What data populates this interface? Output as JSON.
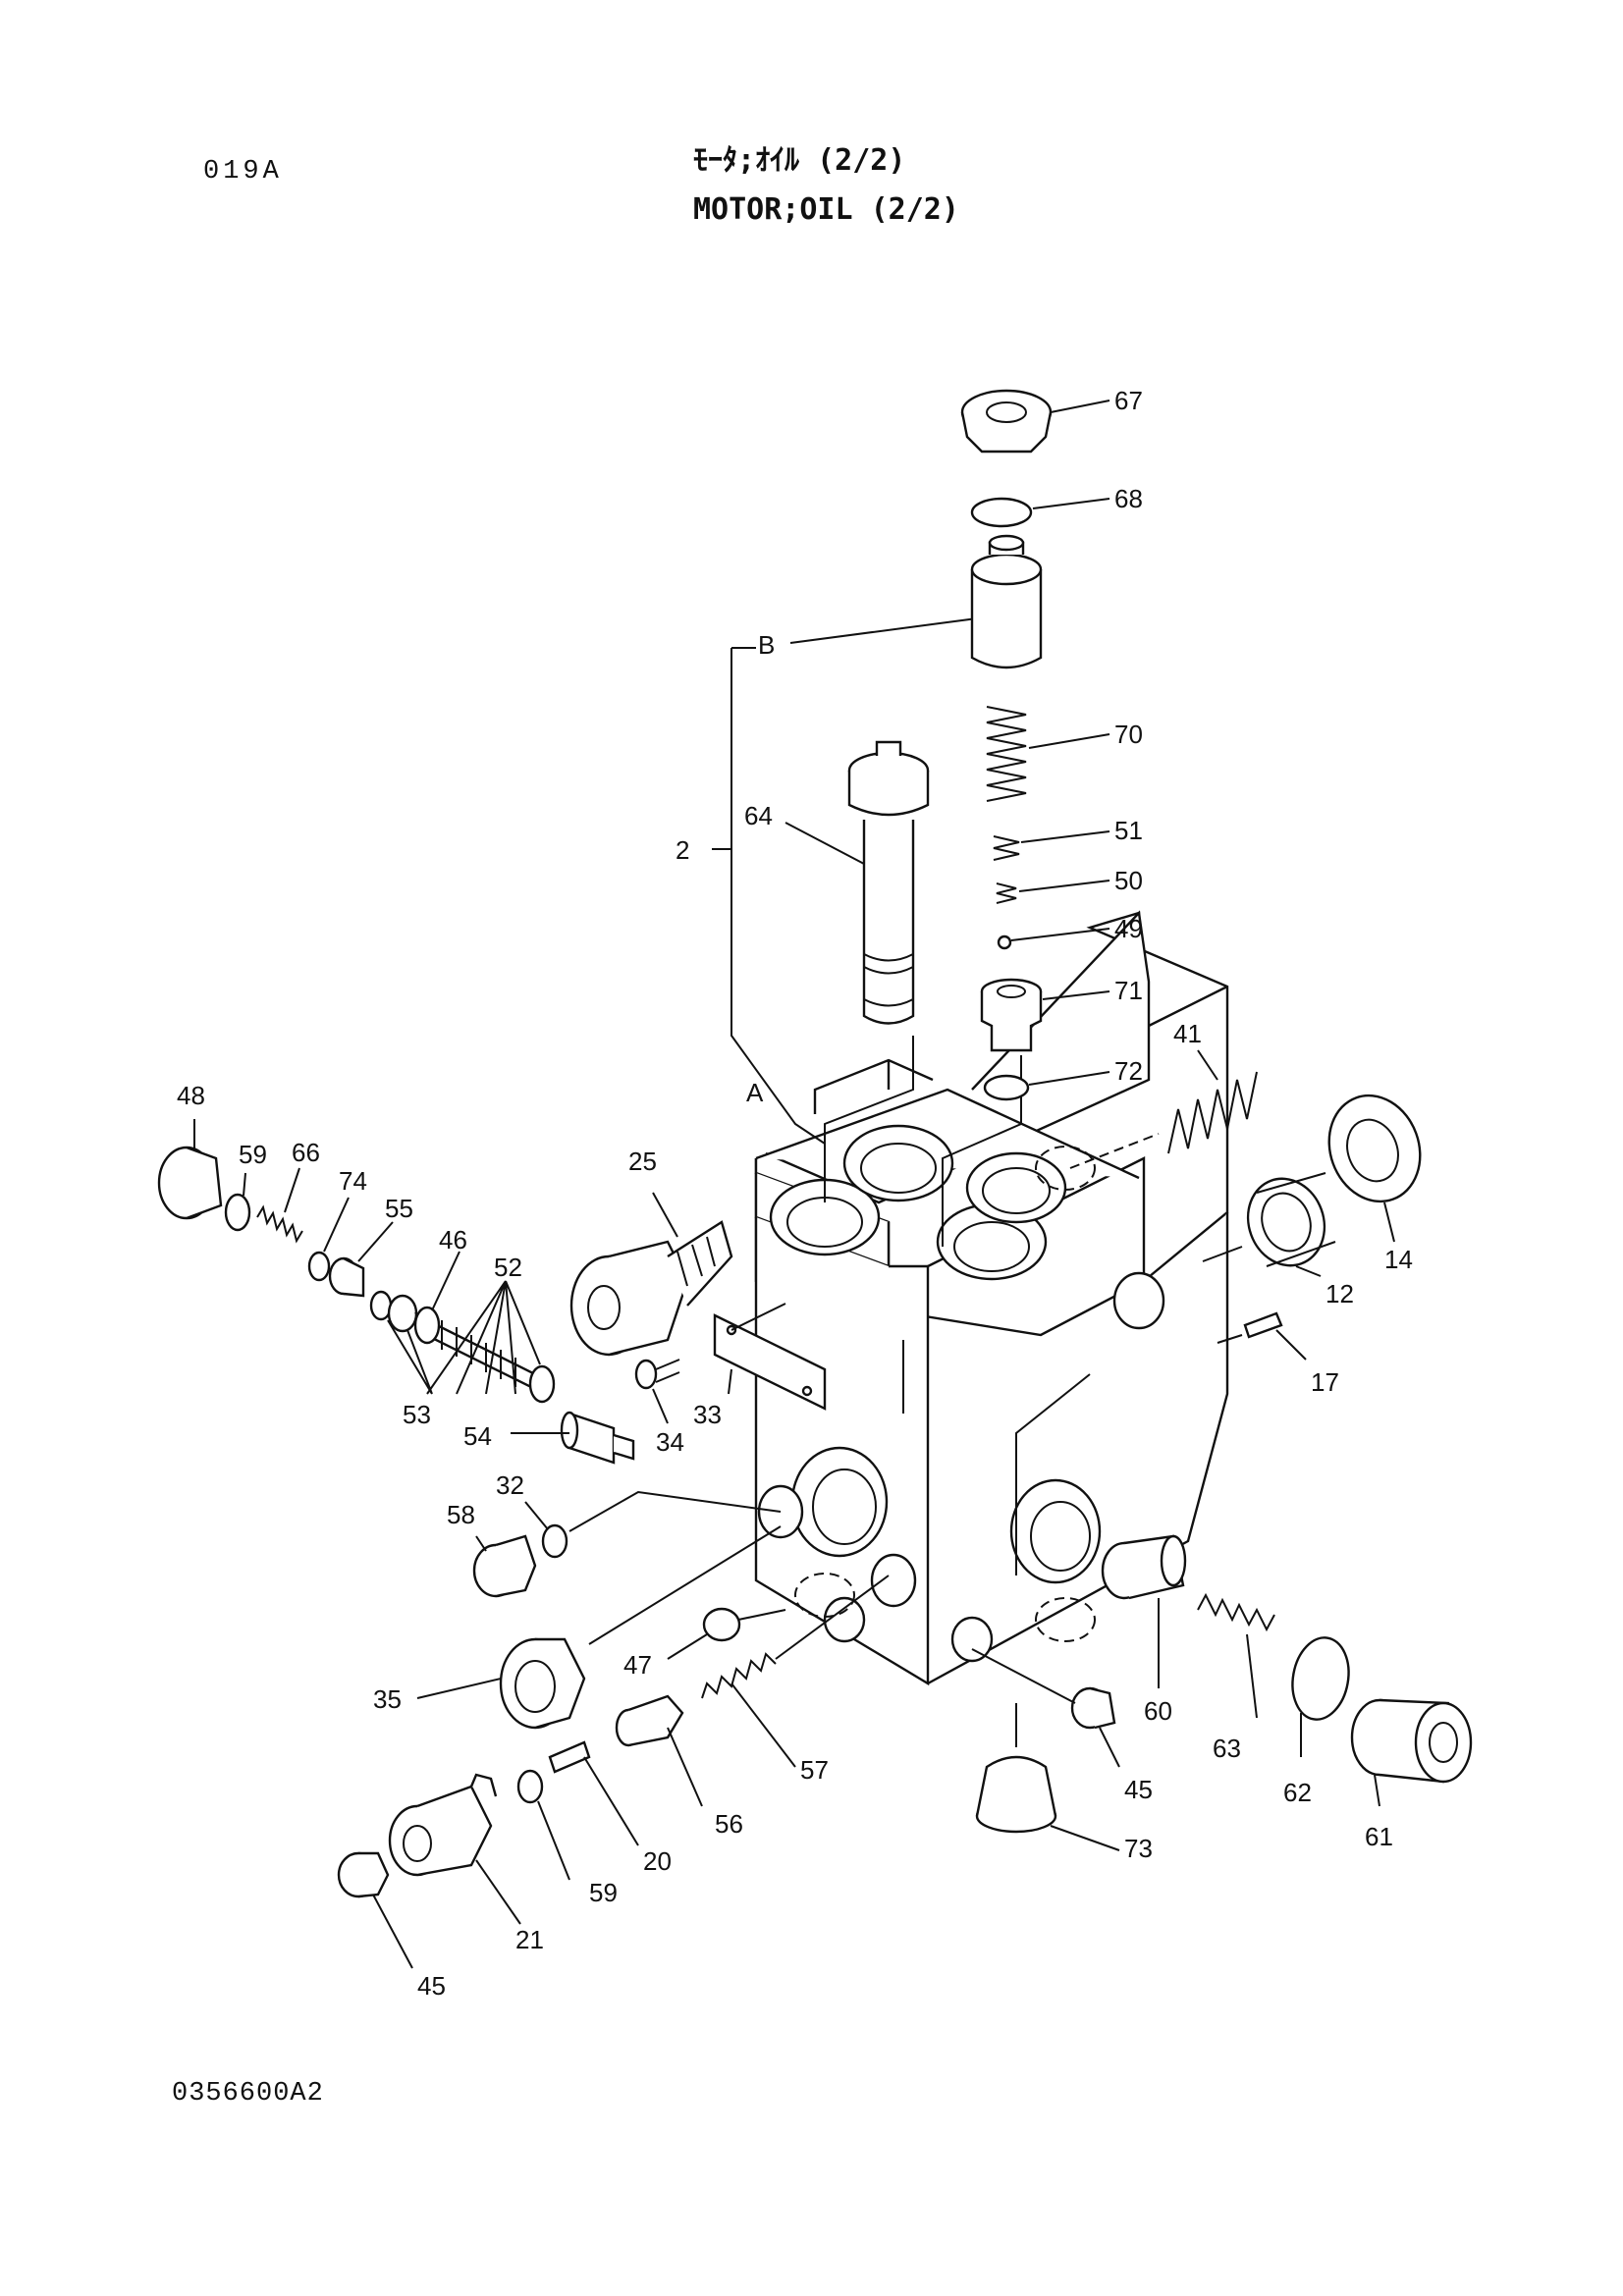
{
  "header": {
    "code": "019A",
    "title_jp": "ﾓｰﾀ;ｵｲﾙ (2/2)",
    "title_en": "MOTOR;OIL (2/2)"
  },
  "footer": {
    "drawing_number": "0356600A2"
  },
  "callouts": {
    "c67": "67",
    "c68": "68",
    "cB": "B",
    "c70": "70",
    "c64": "64",
    "c2": "2",
    "c51": "51",
    "c50": "50",
    "c49": "49",
    "c71": "71",
    "c72": "72",
    "c41": "41",
    "cA": "A",
    "c48": "48",
    "c59a": "59",
    "c66": "66",
    "c74": "74",
    "c55": "55",
    "c25": "25",
    "c46": "46",
    "c52": "52",
    "c14": "14",
    "c12": "12",
    "c17": "17",
    "c53": "53",
    "c54": "54",
    "c34": "34",
    "c33": "33",
    "c32": "32",
    "c58": "58",
    "c47": "47",
    "c35": "35",
    "c57": "57",
    "c60": "60",
    "c63": "63",
    "c62": "62",
    "c45a": "45",
    "c56": "56",
    "c73": "73",
    "c61": "61",
    "c20": "20",
    "c59b": "59",
    "c21": "21",
    "c45b": "45"
  }
}
